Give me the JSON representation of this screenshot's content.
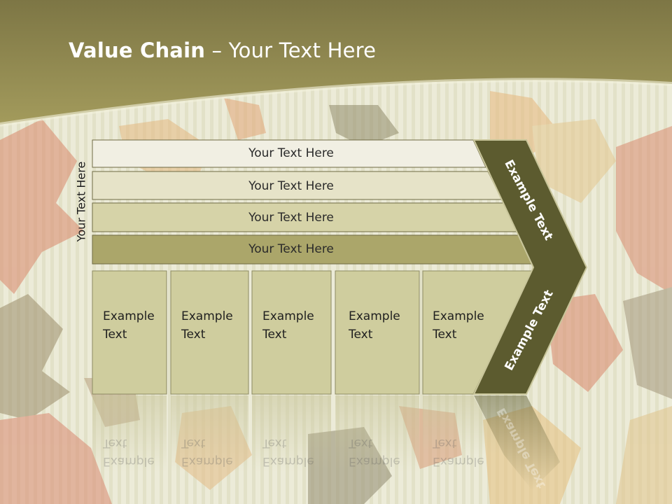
{
  "slide": {
    "title_bold": "Value Chain",
    "title_rest": " – Your Text Here",
    "side_label": "Your Text Here",
    "bars": [
      {
        "label": "Your Text Here"
      },
      {
        "label": "Your Text Here"
      },
      {
        "label": "Your Text Here"
      },
      {
        "label": "Your Text Here"
      }
    ],
    "boxes": [
      {
        "label": "Example Text"
      },
      {
        "label": "Example Text"
      },
      {
        "label": "Example Text"
      },
      {
        "label": "Example Text"
      },
      {
        "label": "Example Text"
      }
    ],
    "chevron": {
      "upper_label": "Example Text",
      "lower_label": "Example Text"
    }
  },
  "colors": {
    "header": "#8c8550",
    "chevron": "#5c5b2f",
    "bar1": "#f1efe3",
    "bar2": "#e6e3c8",
    "bar3": "#d6d3a8",
    "bar4": "#aba66a",
    "box": "#cfcd9e"
  }
}
